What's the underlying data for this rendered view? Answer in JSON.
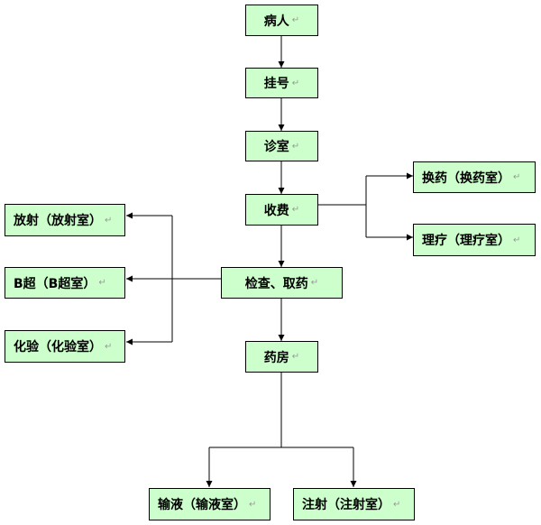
{
  "paragraph_mark": "↵",
  "boxes": {
    "patient": "病人",
    "register": "挂号",
    "clinic": "诊室",
    "cashier": "收费",
    "dressing": "换药（换药室）",
    "physio": "理疗（理疗室）",
    "exam": "检查、取药",
    "radiology": "放射（放射室）",
    "ultrasound": "B超（B超室）",
    "lab": "化验（化验室）",
    "pharmacy": "药房",
    "infusion": "输液（输液室）",
    "injection": "注射（注射室）"
  },
  "colors": {
    "box_fill": "#ccffcc",
    "box_border": "#000000",
    "line": "#000000"
  }
}
